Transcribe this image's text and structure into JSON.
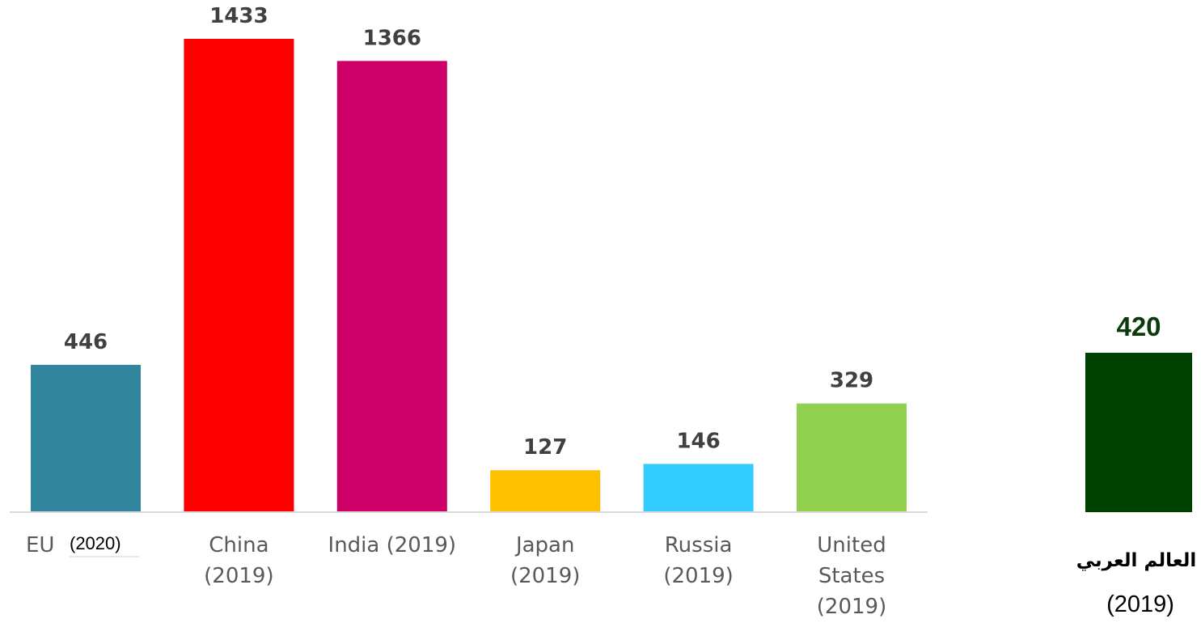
{
  "chart_data": {
    "type": "bar",
    "unit": "",
    "ylim": [
      0,
      1433
    ],
    "grid": false,
    "legend": "none",
    "categories": [
      {
        "key": "eu",
        "lines": [
          "EU"
        ],
        "year_note": "(2020)",
        "value": 446,
        "color": "#31859C"
      },
      {
        "key": "china",
        "lines": [
          "China",
          "(2019)"
        ],
        "value": 1433,
        "color": "#FF0000"
      },
      {
        "key": "india",
        "lines": [
          "India (2019)"
        ],
        "value": 1366,
        "color": "#CC0066"
      },
      {
        "key": "japan",
        "lines": [
          "Japan",
          "(2019)"
        ],
        "value": 127,
        "color": "#FFC000"
      },
      {
        "key": "russia",
        "lines": [
          "Russia",
          "(2019)"
        ],
        "value": 146,
        "color": "#33CCFF"
      },
      {
        "key": "usa",
        "lines": [
          "United",
          "States",
          "(2019)"
        ],
        "value": 329,
        "color": "#92D050"
      }
    ],
    "highlight": {
      "key": "arab-world",
      "name": "العالم العربي",
      "year": "(2019)",
      "value": 420,
      "color": "#004000"
    },
    "value_labels": [
      "446",
      "1433",
      "1366",
      "127",
      "146",
      "329",
      "420"
    ]
  }
}
